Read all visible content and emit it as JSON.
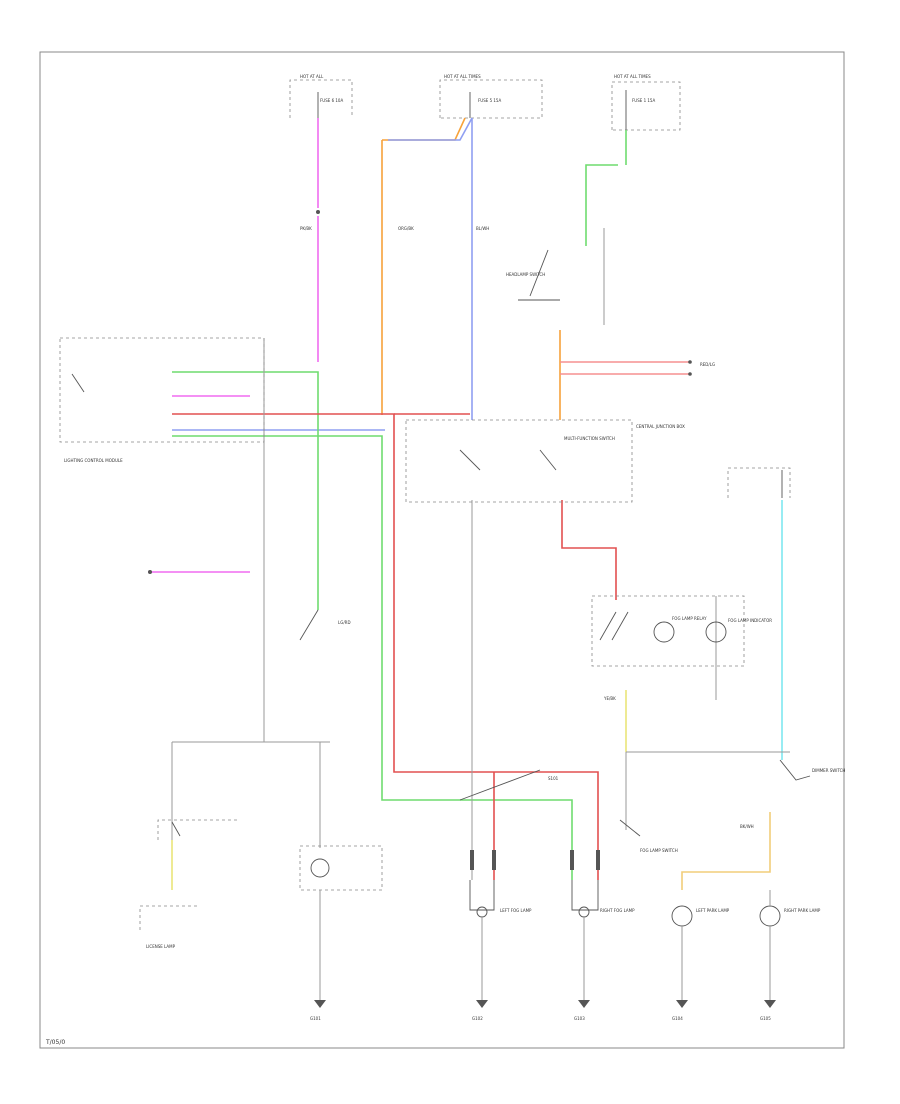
{
  "diagram": {
    "corner_label": "T/05/0",
    "colors": {
      "grey": "#9a9a9a",
      "orange": "#f7a23a",
      "blue": "#8f9ff2",
      "green": "#6fdc6f",
      "pink": "#f06cf0",
      "red": "#e25050",
      "light_red": "#f59090",
      "yellow": "#e9e57a",
      "cyan": "#7fe8f0",
      "tan": "#f2cd7a"
    },
    "labels": {
      "top_left_fuse_box": "HOT AT ALL",
      "top_mid_fuse_box": "HOT AT ALL TIMES",
      "top_right_fuse_box": "HOT AT ALL TIMES",
      "fuse_a": "FUSE 6 10A",
      "fuse_b": "FUSE 5 15A",
      "fuse_c": "FUSE 1 15A",
      "central_junction": "CENTRAL JUNCTION BOX",
      "relay_box": "MULTI-FUNCTION SWITCH",
      "headlamp_switch": "HEADLAMP SWITCH",
      "left_module": "LIGHTING CONTROL MODULE",
      "ground_left": "G101",
      "ground_l_fog": "G102",
      "ground_r_fog": "G103",
      "ground_l_turn": "G104",
      "ground_r_turn": "G105",
      "fog_lamp_relay": "FOG LAMP RELAY",
      "fog_switch": "FOG LAMP SWITCH",
      "indicator": "FOG LAMP INDICATOR",
      "left_fog": "LEFT FOG LAMP",
      "right_fog": "RIGHT FOG LAMP",
      "left_park": "LEFT PARK LAMP",
      "right_park": "RIGHT PARK LAMP",
      "dimmer": "DIMMER SWITCH",
      "splice": "S101",
      "bottom_left_lamp": "LICENSE LAMP",
      "wire_red": "RED/LG",
      "wire_grn": "LG/RD",
      "wire_org": "ORG/BK",
      "wire_blu": "BL/WH",
      "wire_pnk": "PK/BK",
      "wire_yel": "YE/BK",
      "wire_blk": "BK/WH"
    }
  }
}
